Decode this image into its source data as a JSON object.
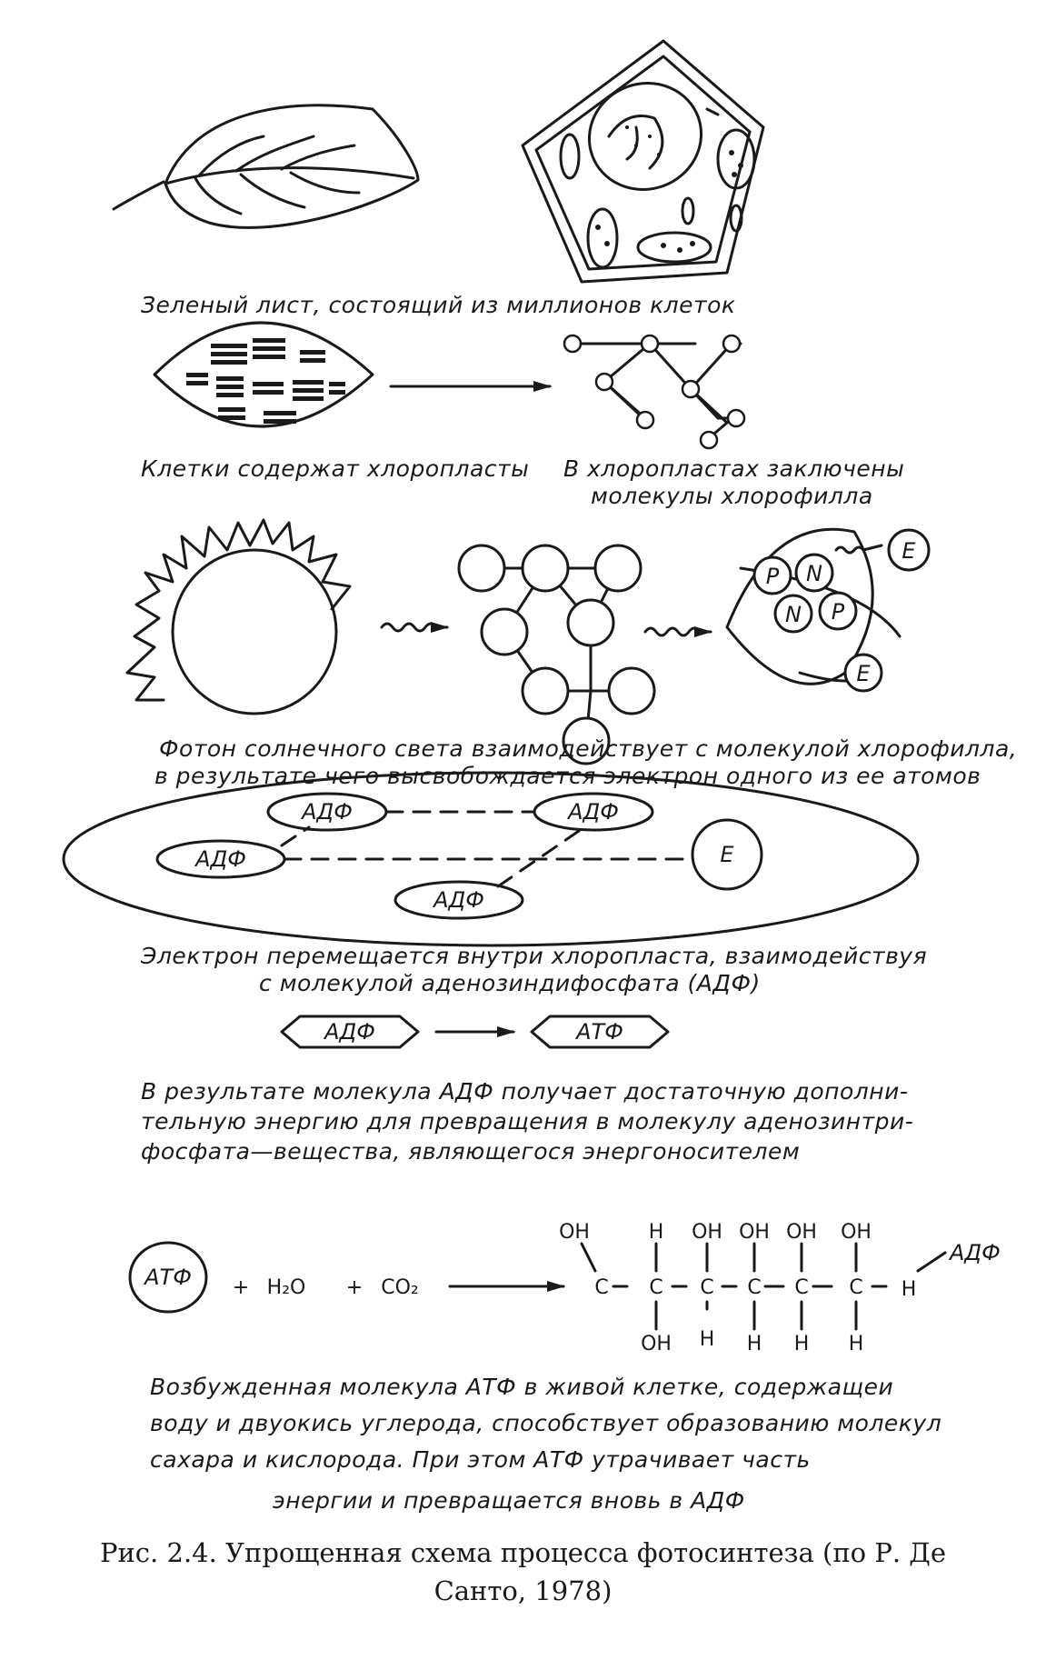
{
  "captions": {
    "c1": "Зеленый лист, состоящий из миллионов клеток",
    "c2a": "Клетки содержат хлоропласты",
    "c2b_l1": "В хлоропластах заключены",
    "c2b_l2": "молекулы хлорофилла",
    "c3_l1": "Фотон солнечного света взаимодействует с молекулой хлорофилла,",
    "c3_l2": "в результате чего высвобождается электрон одного из ее атомов",
    "c4_l1": "Электрон перемещается внутри хлоропласта, взаимодействуя",
    "c4_l2": "с молекулой аденозиндифосфата (АДФ)",
    "c5_l1": "В результате молекула АДФ получает достаточную дополни-",
    "c5_l2": "тельную энергию для превращения в молекулу аденозинтри-",
    "c5_l3": "фосфата—вещества, являющегося энергоносителем",
    "c6_l1": "Возбужденная молекула АТФ в живой клетке, содержащеи",
    "c6_l2": "воду и двуокись углерода, способствует образованию молекул",
    "c6_l3": "сахара и кислорода. При этом АТФ утрачивает часть",
    "c6_l4": "энергии и превращается вновь в АДФ"
  },
  "labels": {
    "adp": "АДФ",
    "atp": "АТФ",
    "electron": "E",
    "p": "P",
    "n": "N",
    "h2o": "H₂O",
    "co2": "CO₂",
    "plus": "+",
    "oh": "OH",
    "h": "H",
    "c": "C"
  },
  "figure_caption": {
    "line1": "Рис. 2.4. Упрощенная схема процесса фотосинтеза (по Р. Де",
    "line2": "Санто, 1978)"
  }
}
